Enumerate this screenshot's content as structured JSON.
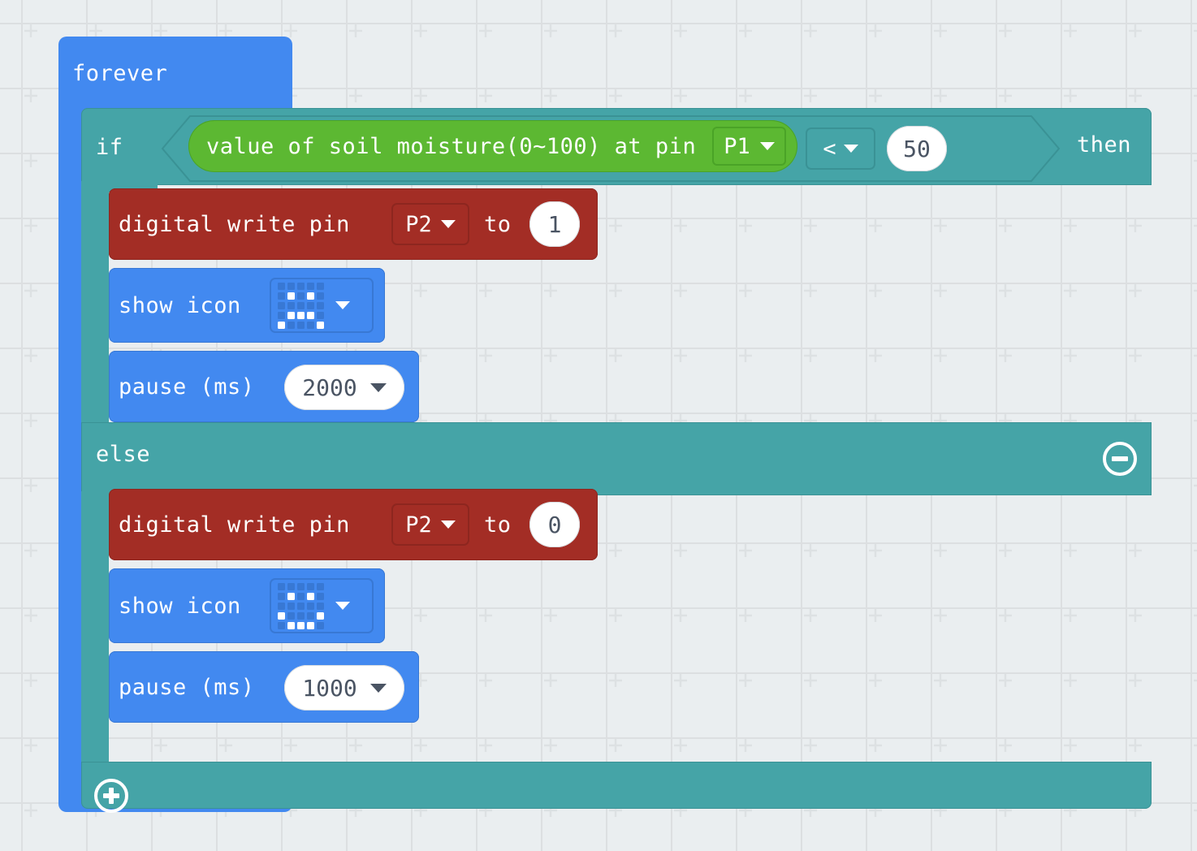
{
  "workspace": {
    "background_color": "#eaeef0",
    "grid_color": "#dcdfe1"
  },
  "palette": {
    "event_blue": "#4289f0",
    "logic_teal": "#45a4a7",
    "pins_red": "#a32d25",
    "sensor_green": "#5cb832",
    "field_white": "#ffffff",
    "field_text": "#4a5463"
  },
  "forever": {
    "label": "forever"
  },
  "if_else": {
    "if_label": "if",
    "then_label": "then",
    "else_label": "else",
    "collapse_icon": "minus-circle-icon",
    "expand_icon": "plus-circle-icon",
    "condition": {
      "reporter_label": "value of soil moisture(0~100) at pin",
      "pin_value": "P1",
      "pin_caret": "chevron-down-icon",
      "operator": "<",
      "operator_caret": "chevron-down-icon",
      "compare_value": "50"
    }
  },
  "then_branch": [
    {
      "kind": "digital-write",
      "label": "digital write pin",
      "pin_value": "P2",
      "to_label": "to",
      "value": "1"
    },
    {
      "kind": "show-icon",
      "label": "show icon",
      "icon_name": "happy-face-led-icon",
      "leds": [
        [
          0,
          0,
          0,
          0,
          0
        ],
        [
          0,
          1,
          0,
          1,
          0
        ],
        [
          0,
          0,
          0,
          0,
          0
        ],
        [
          0,
          1,
          1,
          1,
          0
        ],
        [
          1,
          0,
          0,
          0,
          1
        ]
      ]
    },
    {
      "kind": "pause",
      "label": "pause (ms)",
      "value": "2000",
      "caret": "chevron-down-icon"
    }
  ],
  "else_branch": [
    {
      "kind": "digital-write",
      "label": "digital write pin",
      "pin_value": "P2",
      "to_label": "to",
      "value": "0"
    },
    {
      "kind": "show-icon",
      "label": "show icon",
      "icon_name": "sad-face-led-icon",
      "leds": [
        [
          0,
          0,
          0,
          0,
          0
        ],
        [
          0,
          1,
          0,
          1,
          0
        ],
        [
          0,
          0,
          0,
          0,
          0
        ],
        [
          1,
          0,
          0,
          0,
          1
        ],
        [
          0,
          1,
          1,
          1,
          0
        ]
      ]
    },
    {
      "kind": "pause",
      "label": "pause (ms)",
      "value": "1000",
      "caret": "chevron-down-icon"
    }
  ]
}
